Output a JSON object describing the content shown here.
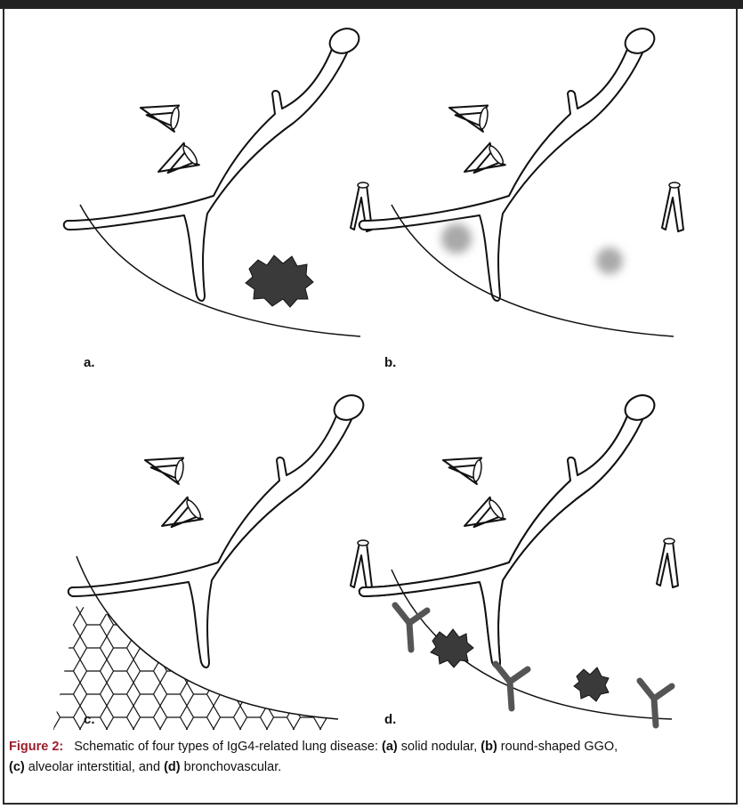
{
  "panels": {
    "a": "a.",
    "b": "b.",
    "c": "c.",
    "d": "d."
  },
  "caption": {
    "figure_label": "Figure 2:",
    "intro": "Schematic of four types of IgG4-related lung disease: ",
    "items": [
      {
        "tag": "(a)",
        "text": " solid nodular, "
      },
      {
        "tag": "(b)",
        "text": " round-shaped GGO, "
      },
      {
        "tag": "(c)",
        "text": " alveolar interstitial, and "
      },
      {
        "tag": "(d)",
        "text": " bronchovascular."
      }
    ]
  },
  "colors": {
    "line": "#111111",
    "nodule": "#444444",
    "ggo": "#b5b5b5",
    "thickened": "#9a9a9a"
  }
}
